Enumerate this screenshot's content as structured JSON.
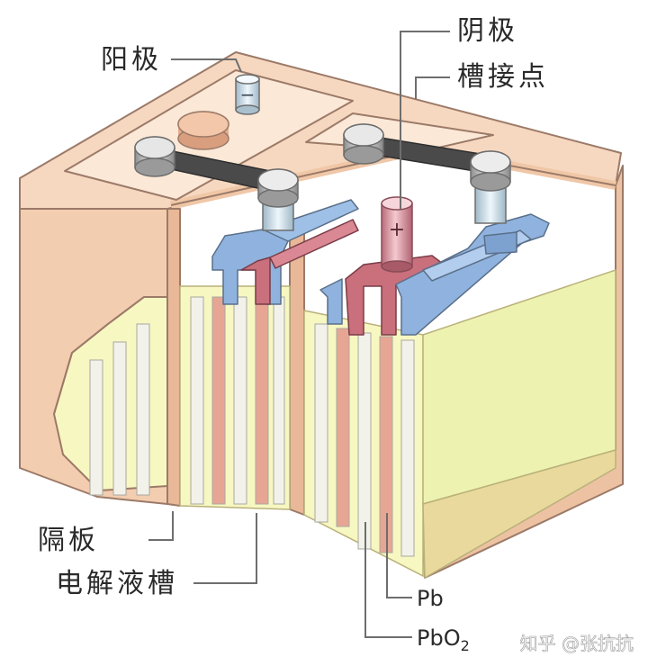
{
  "labels": {
    "anode": "阳极",
    "cathode": "阴极",
    "cell_contact": "槽接点",
    "separator": "隔板",
    "electrolyte_cell": "电解液槽",
    "pb": "Pb",
    "pbo2_base": "PbO",
    "pbo2_sub": "2",
    "minus_sign": "−",
    "plus_sign": "+"
  },
  "watermark": "知乎 @张抗抗",
  "colors": {
    "case": "#f3cdb0",
    "case_edge": "#9c7a68",
    "electrolyte": "#f7f7c2",
    "negative_plate": "#8fb3de",
    "positive_plate": "#c9707c",
    "terminal_metal": "#cfcfcf",
    "strap": "#4a4a4a"
  }
}
